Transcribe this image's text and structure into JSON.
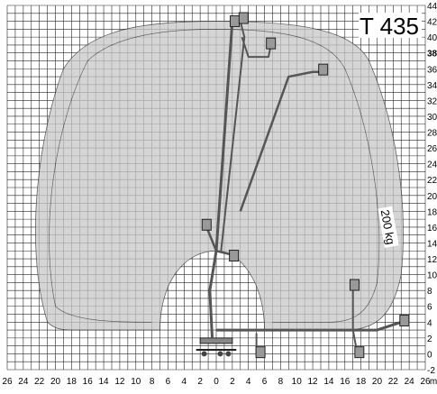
{
  "model": "T 435",
  "load_label": "200 kg",
  "x_unit": "m",
  "x_ticks": [
    "26",
    "24",
    "22",
    "20",
    "18",
    "16",
    "14",
    "12",
    "10",
    "8",
    "6",
    "4",
    "2",
    "0",
    "2",
    "4",
    "6",
    "8",
    "10",
    "12",
    "14",
    "16",
    "18",
    "20",
    "22",
    "24",
    "26"
  ],
  "y_ticks": [
    "44",
    "42",
    "40",
    "38",
    "36",
    "34",
    "32",
    "30",
    "28",
    "26",
    "24",
    "22",
    "20",
    "18",
    "16",
    "14",
    "12",
    "10",
    "8",
    "6",
    "4",
    "2",
    "0",
    "-2"
  ],
  "bold_y_ticks": [
    "38"
  ],
  "colors": {
    "grid": "#000000",
    "envelope_fill": "#c8c8c8",
    "boom": "#555555",
    "text": "#000000"
  }
}
